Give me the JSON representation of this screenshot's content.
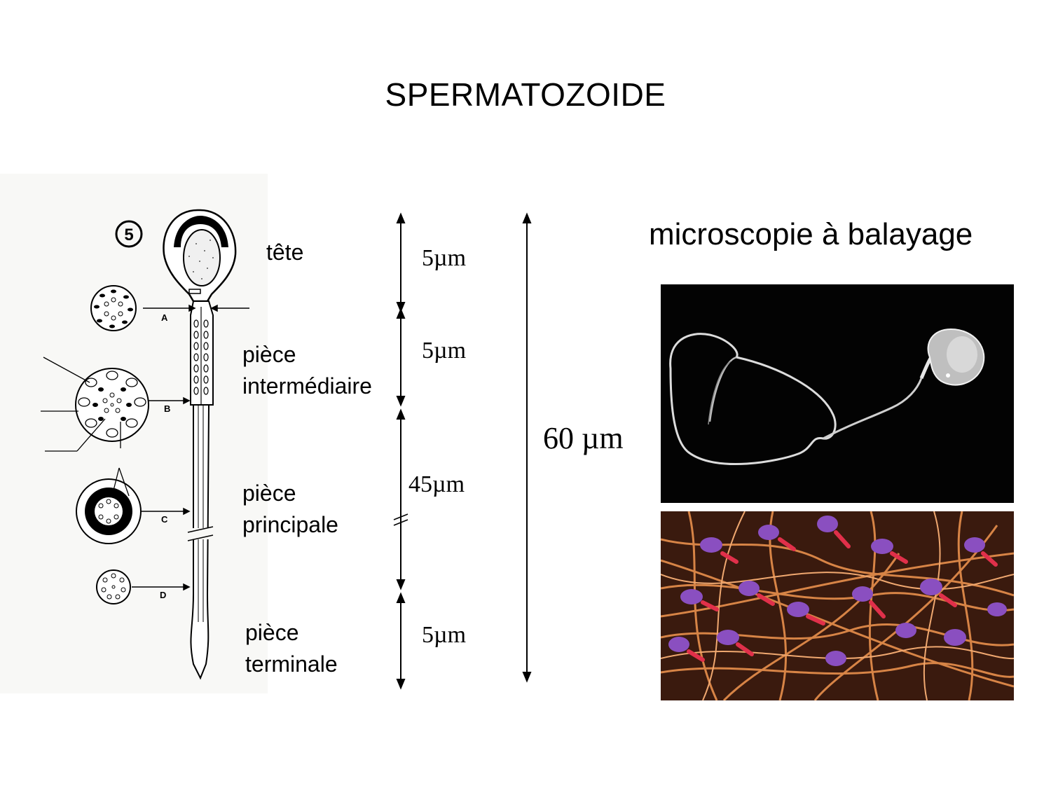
{
  "title": "SPERMATOZOIDE",
  "diagram": {
    "figure_number": "5",
    "section_letters": [
      "A",
      "B",
      "C",
      "D"
    ]
  },
  "labels": {
    "head": "tête",
    "midpiece_line1": "pièce",
    "midpiece_line2": "intermédiaire",
    "principal_line1": "pièce",
    "principal_line2": "principale",
    "terminal_line1": "pièce",
    "terminal_line2": "terminale"
  },
  "measurements": {
    "head": "5µm",
    "midpiece": "5µm",
    "principal": "45µm",
    "terminal": "5µm",
    "total": "60 µm"
  },
  "photos": {
    "heading": "microscopie à balayage"
  },
  "colors": {
    "sem_color_heads": "#8a4fc0",
    "sem_color_midpiece": "#e0304a",
    "sem_color_tails": "#e08a4a"
  }
}
